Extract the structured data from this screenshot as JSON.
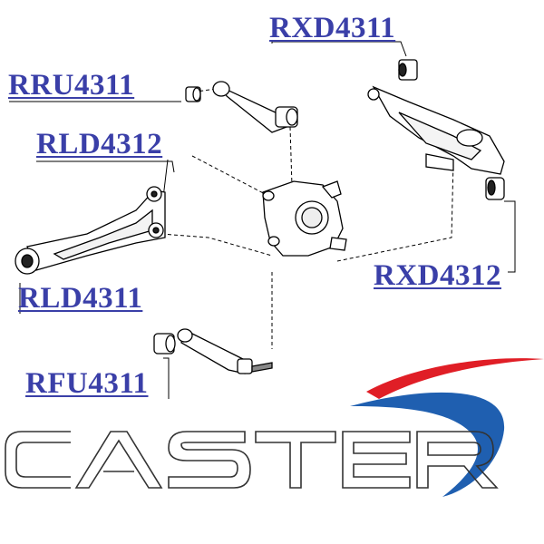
{
  "parts": {
    "rxd4311": "RXD4311",
    "rru4311": "RRU4311",
    "rld4312": "RLD4312",
    "rld4311": "RLD4311",
    "rxd4312": "RXD4312",
    "rfu4311": "RFU4311"
  },
  "brand": {
    "logo_text": "CASTER",
    "colors": {
      "swoosh_red": "#e01e26",
      "swoosh_blue": "#1f5fb0",
      "label_blue": "#3a3fa8"
    }
  }
}
